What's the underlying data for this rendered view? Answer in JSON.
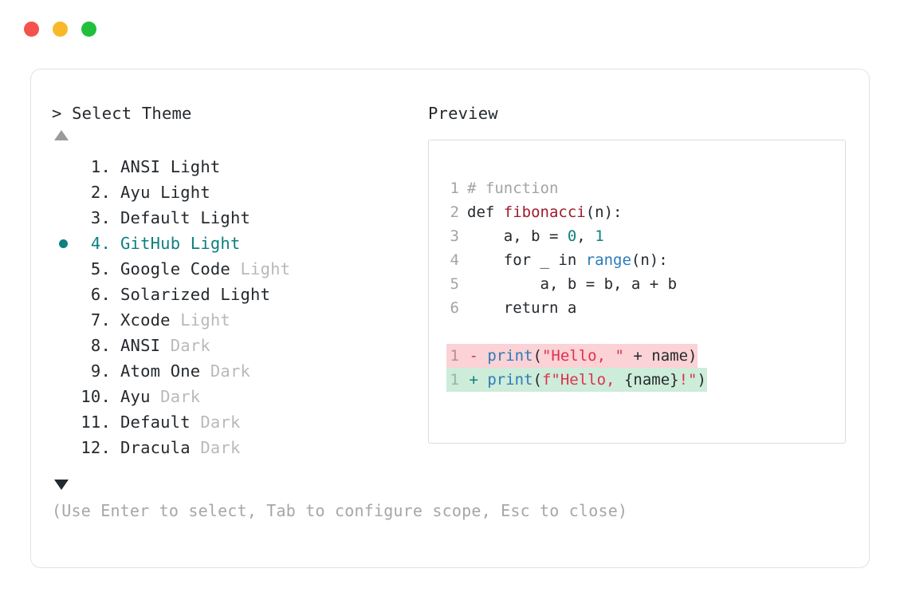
{
  "window": {
    "traffic_lights": [
      {
        "name": "close",
        "color": "#f4524d"
      },
      {
        "name": "minimize",
        "color": "#f7b928"
      },
      {
        "name": "maximize",
        "color": "#21c03c"
      }
    ]
  },
  "left": {
    "title": "> Select Theme",
    "scroll_up_icon": "triangle-up",
    "scroll_down_icon": "triangle-down",
    "selected_index": 4,
    "accent_color": "#0e8080",
    "items": [
      {
        "num": " 1.",
        "name": "ANSI",
        "variant": " Light",
        "variant_muted": false,
        "selected": false,
        "bullet": ""
      },
      {
        "num": " 2.",
        "name": "Ayu",
        "variant": " Light",
        "variant_muted": false,
        "selected": false,
        "bullet": ""
      },
      {
        "num": " 3.",
        "name": "Default",
        "variant": " Light",
        "variant_muted": false,
        "selected": false,
        "bullet": ""
      },
      {
        "num": " 4.",
        "name": "GitHub",
        "variant": " Light",
        "variant_muted": false,
        "selected": true,
        "bullet": "●"
      },
      {
        "num": " 5.",
        "name": "Google Code",
        "variant": " Light",
        "variant_muted": true,
        "selected": false,
        "bullet": ""
      },
      {
        "num": " 6.",
        "name": "Solarized",
        "variant": " Light",
        "variant_muted": false,
        "selected": false,
        "bullet": ""
      },
      {
        "num": " 7.",
        "name": "Xcode",
        "variant": " Light",
        "variant_muted": true,
        "selected": false,
        "bullet": ""
      },
      {
        "num": " 8.",
        "name": "ANSI",
        "variant": " Dark",
        "variant_muted": true,
        "selected": false,
        "bullet": ""
      },
      {
        "num": " 9.",
        "name": "Atom One",
        "variant": " Dark",
        "variant_muted": true,
        "selected": false,
        "bullet": ""
      },
      {
        "num": "10.",
        "name": "Ayu",
        "variant": " Dark",
        "variant_muted": true,
        "selected": false,
        "bullet": ""
      },
      {
        "num": "11.",
        "name": "Default",
        "variant": " Dark",
        "variant_muted": true,
        "selected": false,
        "bullet": ""
      },
      {
        "num": "12.",
        "name": "Dracula",
        "variant": " Dark",
        "variant_muted": true,
        "selected": false,
        "bullet": ""
      }
    ]
  },
  "right": {
    "title": "Preview",
    "code_lines": [
      {
        "ln": "1",
        "tokens": [
          {
            "t": "# function",
            "c": "comment"
          }
        ]
      },
      {
        "ln": "2",
        "tokens": [
          {
            "t": "def ",
            "c": "kw"
          },
          {
            "t": "fibonacci",
            "c": "fn"
          },
          {
            "t": "(n):",
            "c": "punct"
          }
        ]
      },
      {
        "ln": "3",
        "tokens": [
          {
            "t": "    a, b = ",
            "c": "plain"
          },
          {
            "t": "0",
            "c": "num"
          },
          {
            "t": ", ",
            "c": "plain"
          },
          {
            "t": "1",
            "c": "num"
          }
        ]
      },
      {
        "ln": "4",
        "tokens": [
          {
            "t": "    for _ in ",
            "c": "plain"
          },
          {
            "t": "range",
            "c": "builtin"
          },
          {
            "t": "(n):",
            "c": "punct"
          }
        ]
      },
      {
        "ln": "5",
        "tokens": [
          {
            "t": "        a, b = b, a + b",
            "c": "plain"
          }
        ]
      },
      {
        "ln": "6",
        "tokens": [
          {
            "t": "    return a",
            "c": "plain"
          }
        ]
      }
    ],
    "diff_lines": [
      {
        "ln": "1",
        "kind": "del",
        "sign": "-",
        "bg": "#fbd2d5",
        "tokens": [
          {
            "t": "print",
            "c": "call"
          },
          {
            "t": "(",
            "c": "punct"
          },
          {
            "t": "\"Hello, \"",
            "c": "str"
          },
          {
            "t": " + name)",
            "c": "plain"
          }
        ]
      },
      {
        "ln": "1",
        "kind": "add",
        "sign": "+",
        "bg": "#cdecd9",
        "tokens": [
          {
            "t": "print",
            "c": "call"
          },
          {
            "t": "(",
            "c": "punct"
          },
          {
            "t": "f\"Hello, ",
            "c": "str"
          },
          {
            "t": "{name}",
            "c": "plain"
          },
          {
            "t": "!\"",
            "c": "str"
          },
          {
            "t": ")",
            "c": "punct"
          }
        ]
      }
    ]
  },
  "footer": {
    "hint": "(Use Enter to select, Tab to configure scope, Esc to close)"
  }
}
